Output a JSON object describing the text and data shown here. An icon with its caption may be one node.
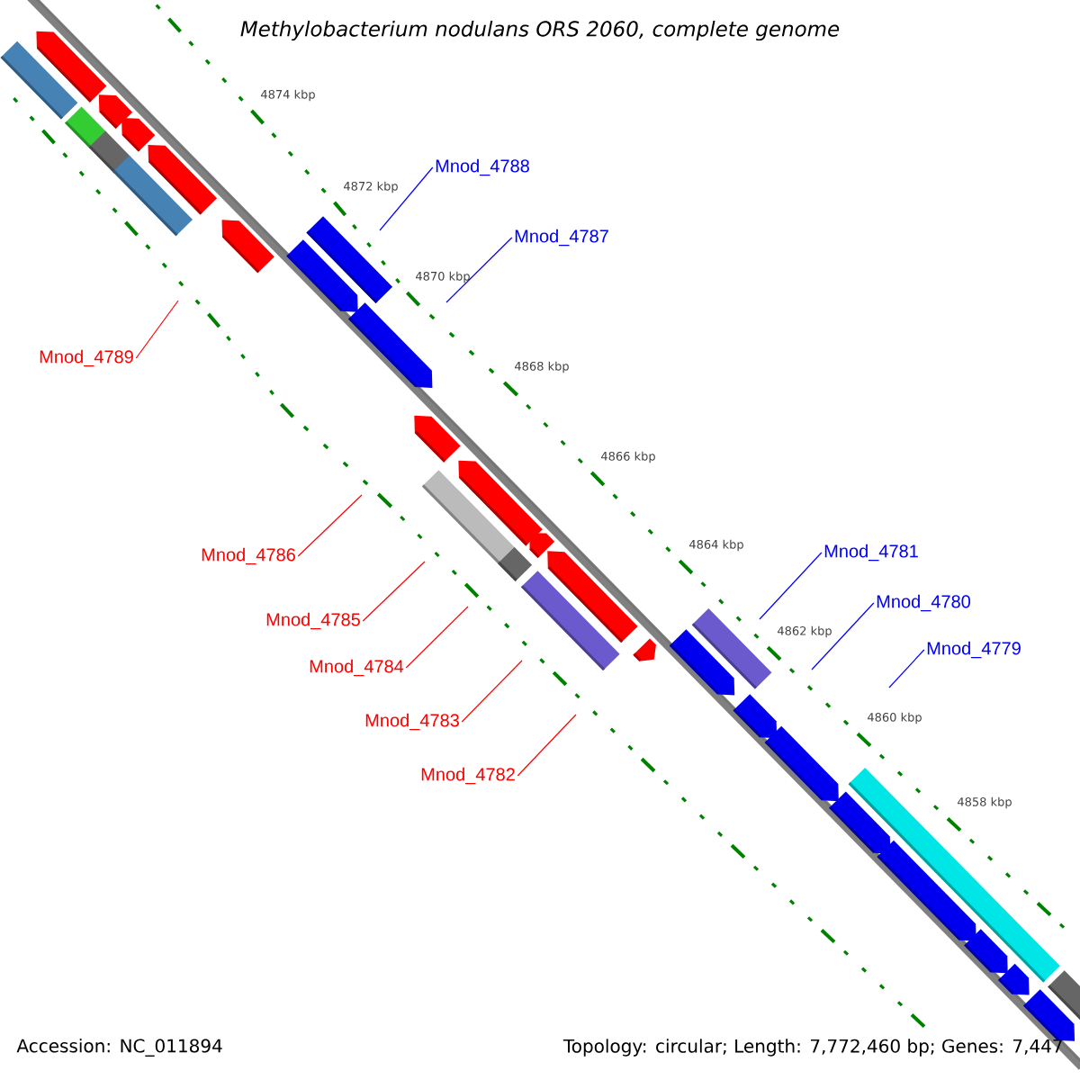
{
  "diagram": {
    "title": "*Methylobacterium nodulans* ORS 2060, complete genome",
    "nodes": [
      {
        "text": [
          "Mnod_4788"
        ]
      },
      {
        "text": [
          "Mnod_4787"
        ]
      },
      {
        "text": [
          "Mnod_4789"
        ]
      },
      {
        "text": [
          "Mnod_4786"
        ]
      },
      {
        "text": [
          "Mnod_4785"
        ]
      },
      {
        "text": [
          "Mnod_4784"
        ]
      },
      {
        "text": [
          "Mnod_4783"
        ]
      },
      {
        "text": [
          "Mnod_4782"
        ]
      },
      {
        "text": [
          "Mnod_4781"
        ]
      },
      {
        "text": [
          "Mnod_4780"
        ]
      },
      {
        "text": [
          "Mnod_4779"
        ]
      }
    ],
    "edges": [
      {
        "from": 0,
        "to": null,
        "arrow": "none",
        "color": "#0000ff"
      },
      {
        "from": 1,
        "to": null,
        "arrow": "none",
        "color": "#0000ff"
      },
      {
        "from": 2,
        "to": null,
        "arrow": "none"
      },
      {
        "from": 3,
        "to": null,
        "arrow": "none"
      },
      {
        "from": 4,
        "to": null,
        "arrow": "none"
      },
      {
        "from": 5,
        "to": null,
        "arrow": "none"
      },
      {
        "from": 6,
        "to": null,
        "arrow": "none"
      },
      {
        "from": 7,
        "to": null,
        "arrow": "none"
      },
      {
        "from": 8,
        "to": null,
        "arrow": "none",
        "color": "#0000ff"
      },
      {
        "from": 9,
        "to": null,
        "arrow": "none",
        "color": "#0000ff"
      },
      {
        "from": 10,
        "to": null,
        "arrow": "none",
        "color": "#0000ff"
      }
    ],
    "labels": [
      "4874 kbp",
      "4872 kbp",
      "4870 kbp",
      "4868 kbp",
      "4866 kbp",
      "4864 kbp",
      "4862 kbp",
      "4860 kbp",
      "4858 kbp",
      "Accession: NC_011894",
      "Topology: circular; Length: 7,772,460 bp; Genes: 7,447"
    ]
  }
}
